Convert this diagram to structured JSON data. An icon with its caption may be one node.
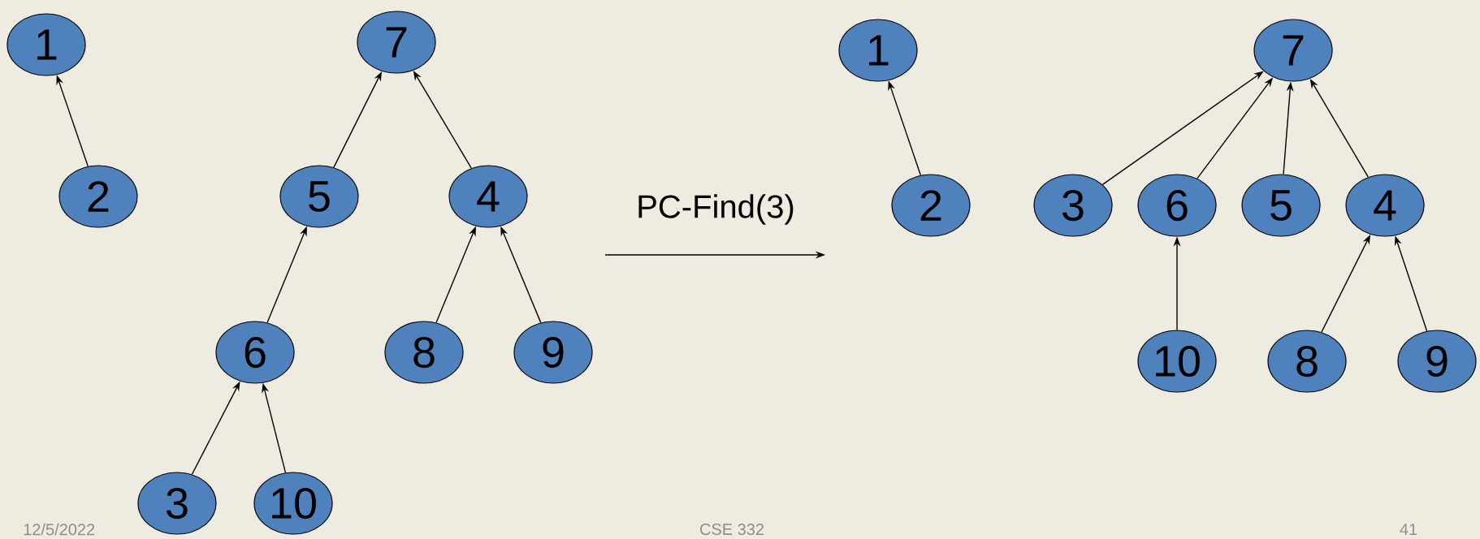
{
  "diagram": {
    "nodes": [
      {
        "text": [
          "1"
        ]
      },
      {
        "text": [
          "7"
        ]
      },
      {
        "text": [
          "2"
        ]
      },
      {
        "text": [
          "5"
        ]
      },
      {
        "text": [
          "4"
        ]
      },
      {
        "text": [
          "6"
        ]
      },
      {
        "text": [
          "8"
        ]
      },
      {
        "text": [
          "9"
        ]
      },
      {
        "text": [
          "3"
        ]
      },
      {
        "text": [
          "10"
        ]
      },
      {
        "text": [
          "1"
        ]
      },
      {
        "text": [
          "7"
        ]
      },
      {
        "text": [
          "2"
        ]
      },
      {
        "text": [
          "3"
        ]
      },
      {
        "text": [
          "6"
        ]
      },
      {
        "text": [
          "5"
        ]
      },
      {
        "text": [
          "4"
        ]
      },
      {
        "text": [
          "10"
        ]
      },
      {
        "text": [
          "8"
        ]
      },
      {
        "text": [
          "9"
        ]
      }
    ],
    "edges": [
      {
        "from": 2,
        "to": 0,
        "arrow": "to"
      },
      {
        "from": 3,
        "to": 1,
        "arrow": "to"
      },
      {
        "from": 4,
        "to": 1,
        "arrow": "to"
      },
      {
        "from": 5,
        "to": 3,
        "arrow": "to"
      },
      {
        "from": 6,
        "to": 4,
        "arrow": "to"
      },
      {
        "from": 7,
        "to": 4,
        "arrow": "to"
      },
      {
        "from": 8,
        "to": 5,
        "arrow": "to"
      },
      {
        "from": 9,
        "to": 5,
        "arrow": "to"
      },
      {
        "from": 12,
        "to": 10,
        "arrow": "to"
      },
      {
        "from": 13,
        "to": 11,
        "arrow": "to"
      },
      {
        "from": 14,
        "to": 11,
        "arrow": "to"
      },
      {
        "from": 15,
        "to": 11,
        "arrow": "to"
      },
      {
        "from": 16,
        "to": 11,
        "arrow": "to"
      },
      {
        "from": 17,
        "to": 14,
        "arrow": "to"
      },
      {
        "from": 18,
        "to": 16,
        "arrow": "to"
      },
      {
        "from": 19,
        "to": 16,
        "arrow": "to"
      }
    ],
    "labels": [
      "PC-Find(3)",
      "12/5/2022",
      "CSE 332",
      "41"
    ]
  }
}
